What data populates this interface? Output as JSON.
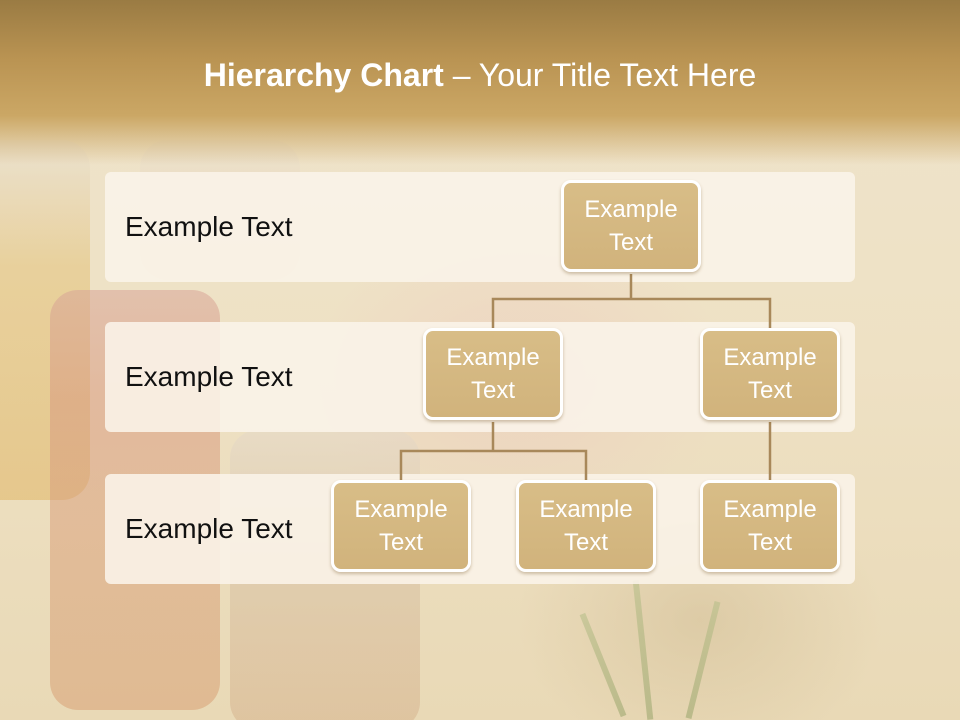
{
  "slide": {
    "title_bold": "Hierarchy Chart",
    "title_dash": " – ",
    "title_rest": "Your Title Text Here"
  },
  "levels": [
    {
      "label": "Example Text"
    },
    {
      "label": "Example Text"
    },
    {
      "label": "Example Text"
    }
  ],
  "nodes": {
    "root": "Example Text",
    "level2_left": "Example Text",
    "level2_right": "Example Text",
    "level3_a": "Example Text",
    "level3_b": "Example Text",
    "level3_c": "Example Text"
  },
  "colors": {
    "node_fill": "#d8bd87",
    "connector": "#a8885a",
    "header": "#b99352"
  }
}
